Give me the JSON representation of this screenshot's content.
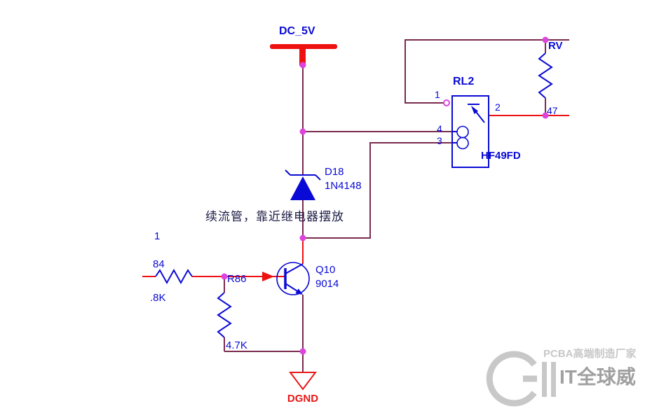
{
  "colors": {
    "wire": "#7a2b4d",
    "power_red": "#ee1111",
    "component_blue": "#0a0ad6",
    "junction_magenta": "#dd44dd",
    "annotation": "#1b1b46",
    "ground_red": "#e81717",
    "watermark_gray": "#c8c8c8",
    "watermark_dark": "#a0a0a0",
    "background": "#ffffff"
  },
  "power": {
    "net_label": "DC_5V"
  },
  "ground": {
    "net_label": "DGND"
  },
  "relay": {
    "ref": "RL2",
    "part": "HF49FD",
    "pins": {
      "p1": "1",
      "p2": "2",
      "p3": "3",
      "p4": "4"
    }
  },
  "rv": {
    "ref": "RV",
    "value": "47"
  },
  "diode": {
    "ref": "D18",
    "part": "1N4148"
  },
  "transistor": {
    "ref": "Q10",
    "part": "9014"
  },
  "resistor_base": {
    "pin_label": "1",
    "ref_fragment": "84",
    "value_fragment": ".8K"
  },
  "resistor_r86": {
    "ref": "R86",
    "value": "4.7K"
  },
  "annotation": {
    "text": "续流管，靠近继电器摆放"
  },
  "watermark": {
    "line1": "PCBA高端制造厂家",
    "line2": "IT全球威"
  }
}
